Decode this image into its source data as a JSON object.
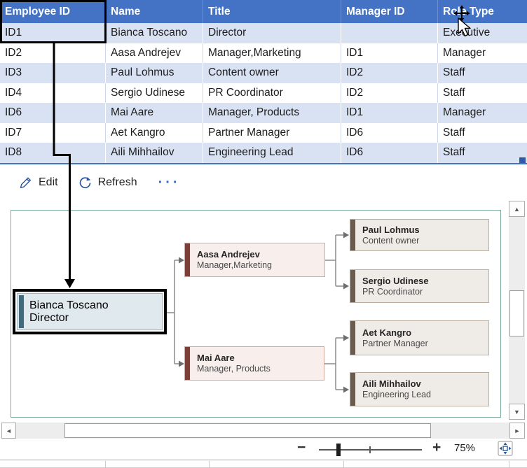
{
  "table": {
    "columns": [
      "Employee ID",
      "Name",
      "Title",
      "Manager ID",
      "Role Type"
    ],
    "rows": [
      [
        "ID1",
        "Bianca Toscano",
        "Director",
        "",
        "Executive"
      ],
      [
        "ID2",
        "Aasa Andrejev",
        "Manager,Marketing",
        "ID1",
        "Manager"
      ],
      [
        "ID3",
        "Paul Lohmus",
        "Content owner",
        "ID2",
        "Staff"
      ],
      [
        "ID4",
        "Sergio Udinese",
        "PR Coordinator",
        "ID2",
        "Staff"
      ],
      [
        "ID6",
        "Mai Aare",
        "Manager, Products",
        "ID1",
        "Manager"
      ],
      [
        "ID7",
        "Aet Kangro",
        "Partner Manager",
        "ID6",
        "Staff"
      ],
      [
        "ID8",
        "Aili Mihhailov",
        "Engineering Lead",
        "ID6",
        "Staff"
      ]
    ],
    "header_bg": "#4472C4",
    "alt_row_bg": "#D9E2F3",
    "selection_border": "#000000"
  },
  "toolbar": {
    "edit_label": "Edit",
    "refresh_label": "Refresh",
    "more_label": "···",
    "accent": "#2B579A"
  },
  "org_chart": {
    "panel_border": "#7DAB99",
    "connector_color": "#8C8C8C",
    "nodes": [
      {
        "name": "Bianca Toscano",
        "title": "Director",
        "role": "executive",
        "accent": "#3E6B7E",
        "fill": "#E0EAEE",
        "selected": true
      },
      {
        "name": "Aasa Andrejev",
        "title": "Manager,Marketing",
        "role": "manager",
        "accent": "#7B3F39",
        "fill": "#F8EFEC",
        "selected": false
      },
      {
        "name": "Mai Aare",
        "title": "Manager, Products",
        "role": "manager",
        "accent": "#7B3F39",
        "fill": "#F8EFEC",
        "selected": false
      },
      {
        "name": "Paul Lohmus",
        "title": "Content owner",
        "role": "staff",
        "accent": "#6A5B4F",
        "fill": "#EFEBE6",
        "selected": false
      },
      {
        "name": "Sergio Udinese",
        "title": "PR Coordinator",
        "role": "staff",
        "accent": "#6A5B4F",
        "fill": "#EFEBE6",
        "selected": false
      },
      {
        "name": "Aet Kangro",
        "title": "Partner Manager",
        "role": "staff",
        "accent": "#6A5B4F",
        "fill": "#EFEBE6",
        "selected": false
      },
      {
        "name": "Aili Mihhailov",
        "title": "Engineering Lead",
        "role": "staff",
        "accent": "#6A5B4F",
        "fill": "#EFEBE6",
        "selected": false
      }
    ]
  },
  "scrollbars": {
    "up_glyph": "▲",
    "down_glyph": "▼",
    "left_glyph": "◄",
    "right_glyph": "►"
  },
  "zoom_control": {
    "minus_label": "−",
    "plus_label": "+",
    "level": "75%"
  }
}
